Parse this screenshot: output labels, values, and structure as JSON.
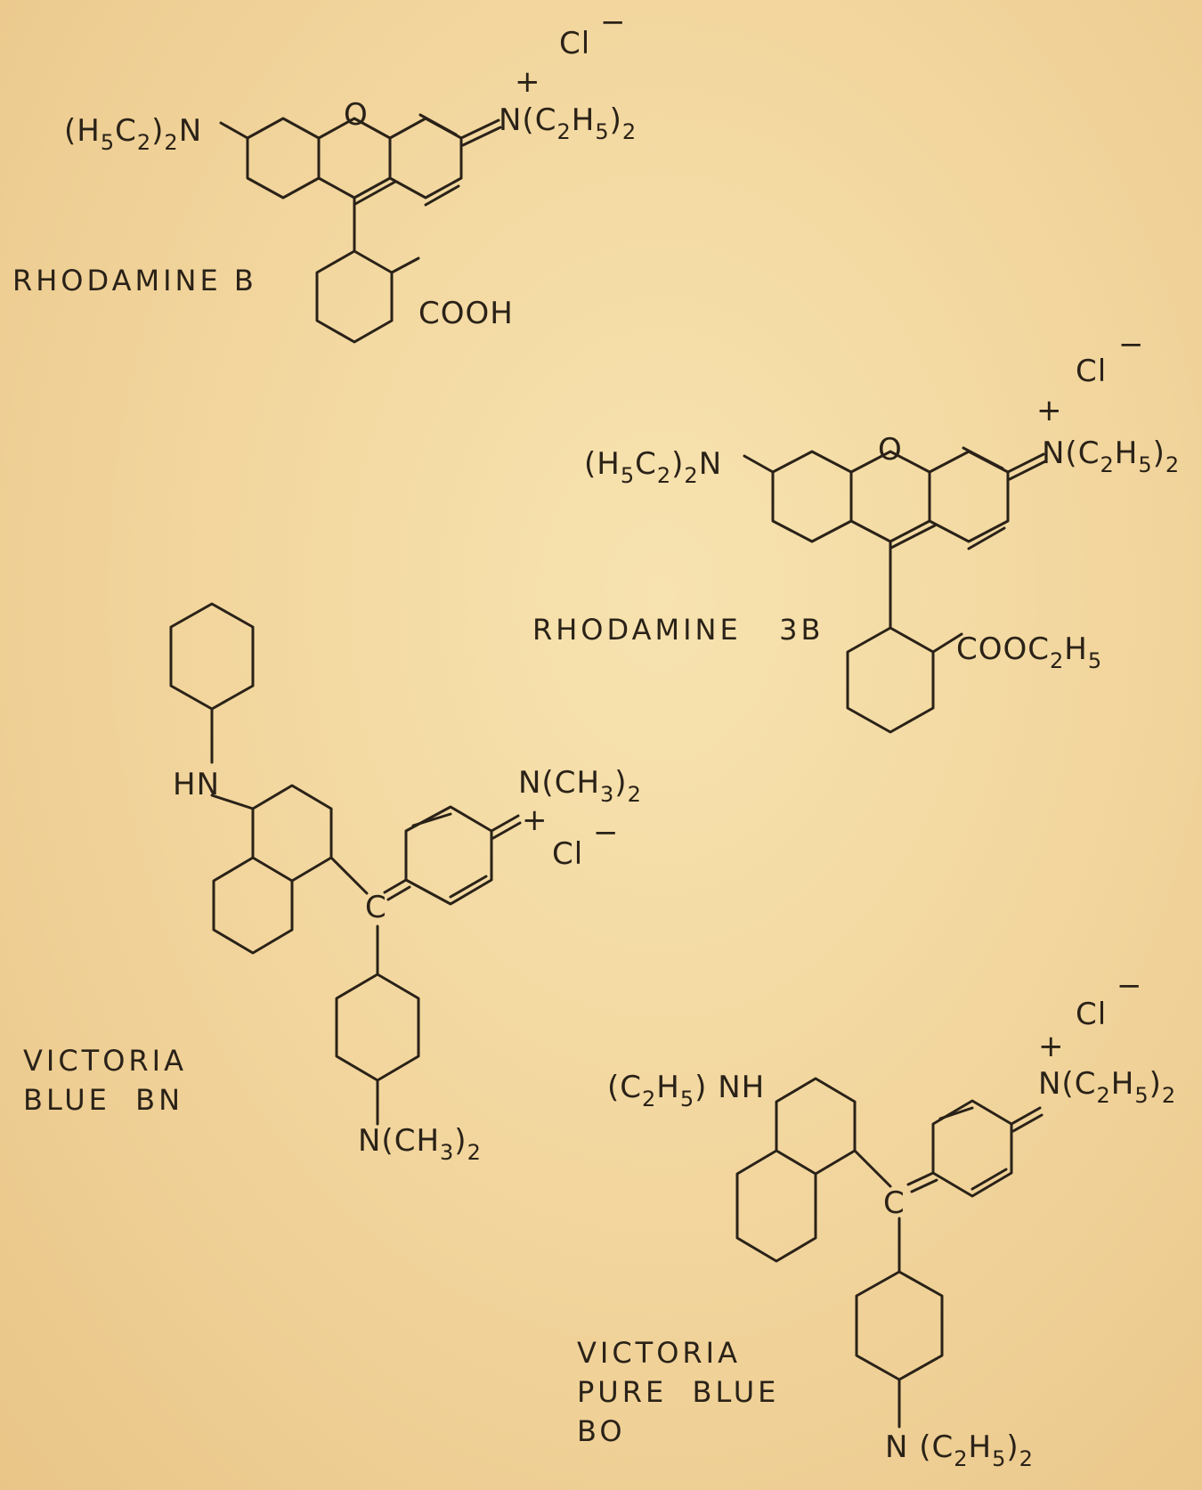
{
  "compounds": {
    "rhodamine_b": {
      "name": "RHODAMINE B",
      "left_group": {
        "open": "(H",
        "s1": "5",
        "mid": "C",
        "s2": "2",
        "close": ")",
        "s3": "2",
        "end": "N"
      },
      "right_group": {
        "a": "N(C",
        "s1": "2",
        "b": "H",
        "s2": "5",
        "c": ")",
        "s3": "2"
      },
      "ring_o": "O",
      "counter_ion": "Cl",
      "minus": "−",
      "plus": "+",
      "acid_group": "COOH"
    },
    "rhodamine_3b": {
      "name": "RHODAMINE   3B",
      "left_group": {
        "open": "(H",
        "s1": "5",
        "mid": "C",
        "s2": "2",
        "close": ")",
        "s3": "2",
        "end": "N"
      },
      "right_group": {
        "a": "N(C",
        "s1": "2",
        "b": "H",
        "s2": "5",
        "c": ")",
        "s3": "2"
      },
      "ring_o": "O",
      "counter_ion": "Cl",
      "minus": "−",
      "plus": "+",
      "ester_group": {
        "a": "COOC",
        "s1": "2",
        "b": "H",
        "s2": "5"
      }
    },
    "victoria_blue_bn": {
      "name_line1": "VICTORIA",
      "name_line2": "BLUE  BN",
      "amine": "HN",
      "center_c": "C",
      "right_group": {
        "a": "N(CH",
        "s1": "3",
        "b": ")",
        "s2": "2"
      },
      "plus": "+",
      "counter_ion": "Cl",
      "minus": "−",
      "bottom_group": {
        "a": "N(CH",
        "s1": "3",
        "b": ")",
        "s2": "2"
      }
    },
    "victoria_pure_blue_bo": {
      "name_line1": "VICTORIA",
      "name_line2": "PURE  BLUE",
      "name_line3": "BO",
      "amine": {
        "a": "(C",
        "s1": "2",
        "b": "H",
        "s2": "5",
        "c": ") NH"
      },
      "center_c": "C",
      "right_group": {
        "a": "N(C",
        "s1": "2",
        "b": "H",
        "s2": "5",
        "c": ")",
        "s3": "2"
      },
      "plus": "+",
      "counter_ion": "Cl",
      "minus": "−",
      "bottom_group": {
        "a": "N (C",
        "s1": "2",
        "b": "H",
        "s2": "5",
        "c": ")",
        "s3": "2"
      }
    }
  }
}
